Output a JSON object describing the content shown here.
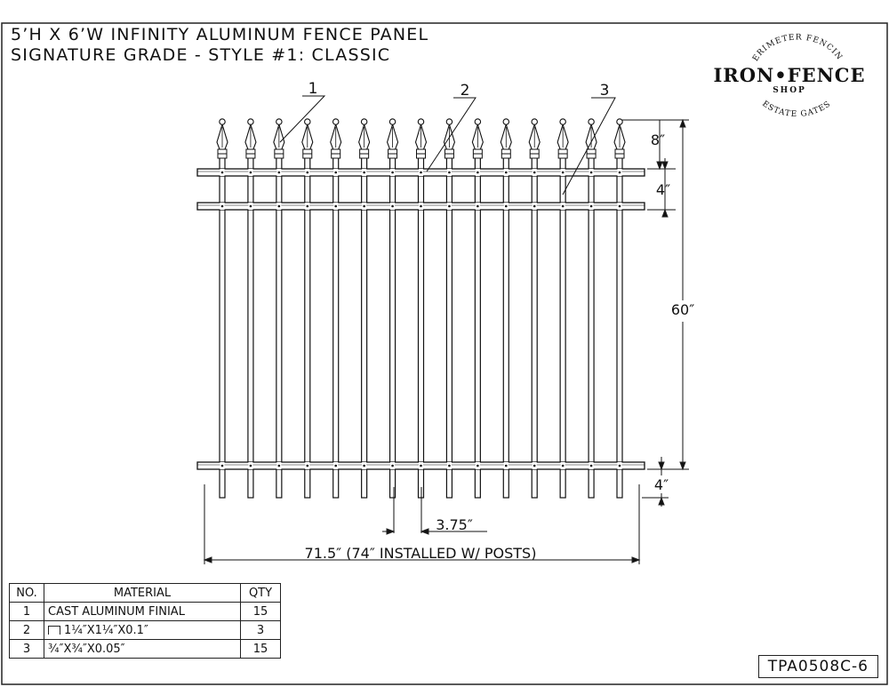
{
  "title": {
    "line1": "5’H X 6’W INFINITY ALUMINUM FENCE PANEL",
    "line2": "SIGNATURE GRADE - STYLE #1: CLASSIC"
  },
  "logo": {
    "arc_top": "PERIMETER FENCING",
    "brand": "IRON•FENCE",
    "sub": "SHOP",
    "arc_bottom": "ESTATE GATES"
  },
  "panel": {
    "picket_count": 15,
    "rail_count": 3
  },
  "callouts": [
    "1",
    "2",
    "3"
  ],
  "dimensions": {
    "finial": "8″",
    "rail_spacing": "4″",
    "height": "60″",
    "bottom": "4″",
    "picket_space": "3.75″",
    "width": "71.5″ (74″ INSTALLED W/ POSTS)"
  },
  "bom": {
    "headers": [
      "NO.",
      "MATERIAL",
      "QTY"
    ],
    "rows": [
      {
        "no": "1",
        "material": "CAST ALUMINUM FINIAL",
        "qty": "15",
        "icon": ""
      },
      {
        "no": "2",
        "material": "1¼″X1¼″X0.1″",
        "qty": "3",
        "icon": "channel-icon"
      },
      {
        "no": "3",
        "material": "¾″X¾″X0.05″",
        "qty": "15",
        "icon": ""
      }
    ]
  },
  "drawing_number": "TPA0508C-6",
  "colors": {
    "ink": "#111111",
    "paper": "#ffffff"
  }
}
